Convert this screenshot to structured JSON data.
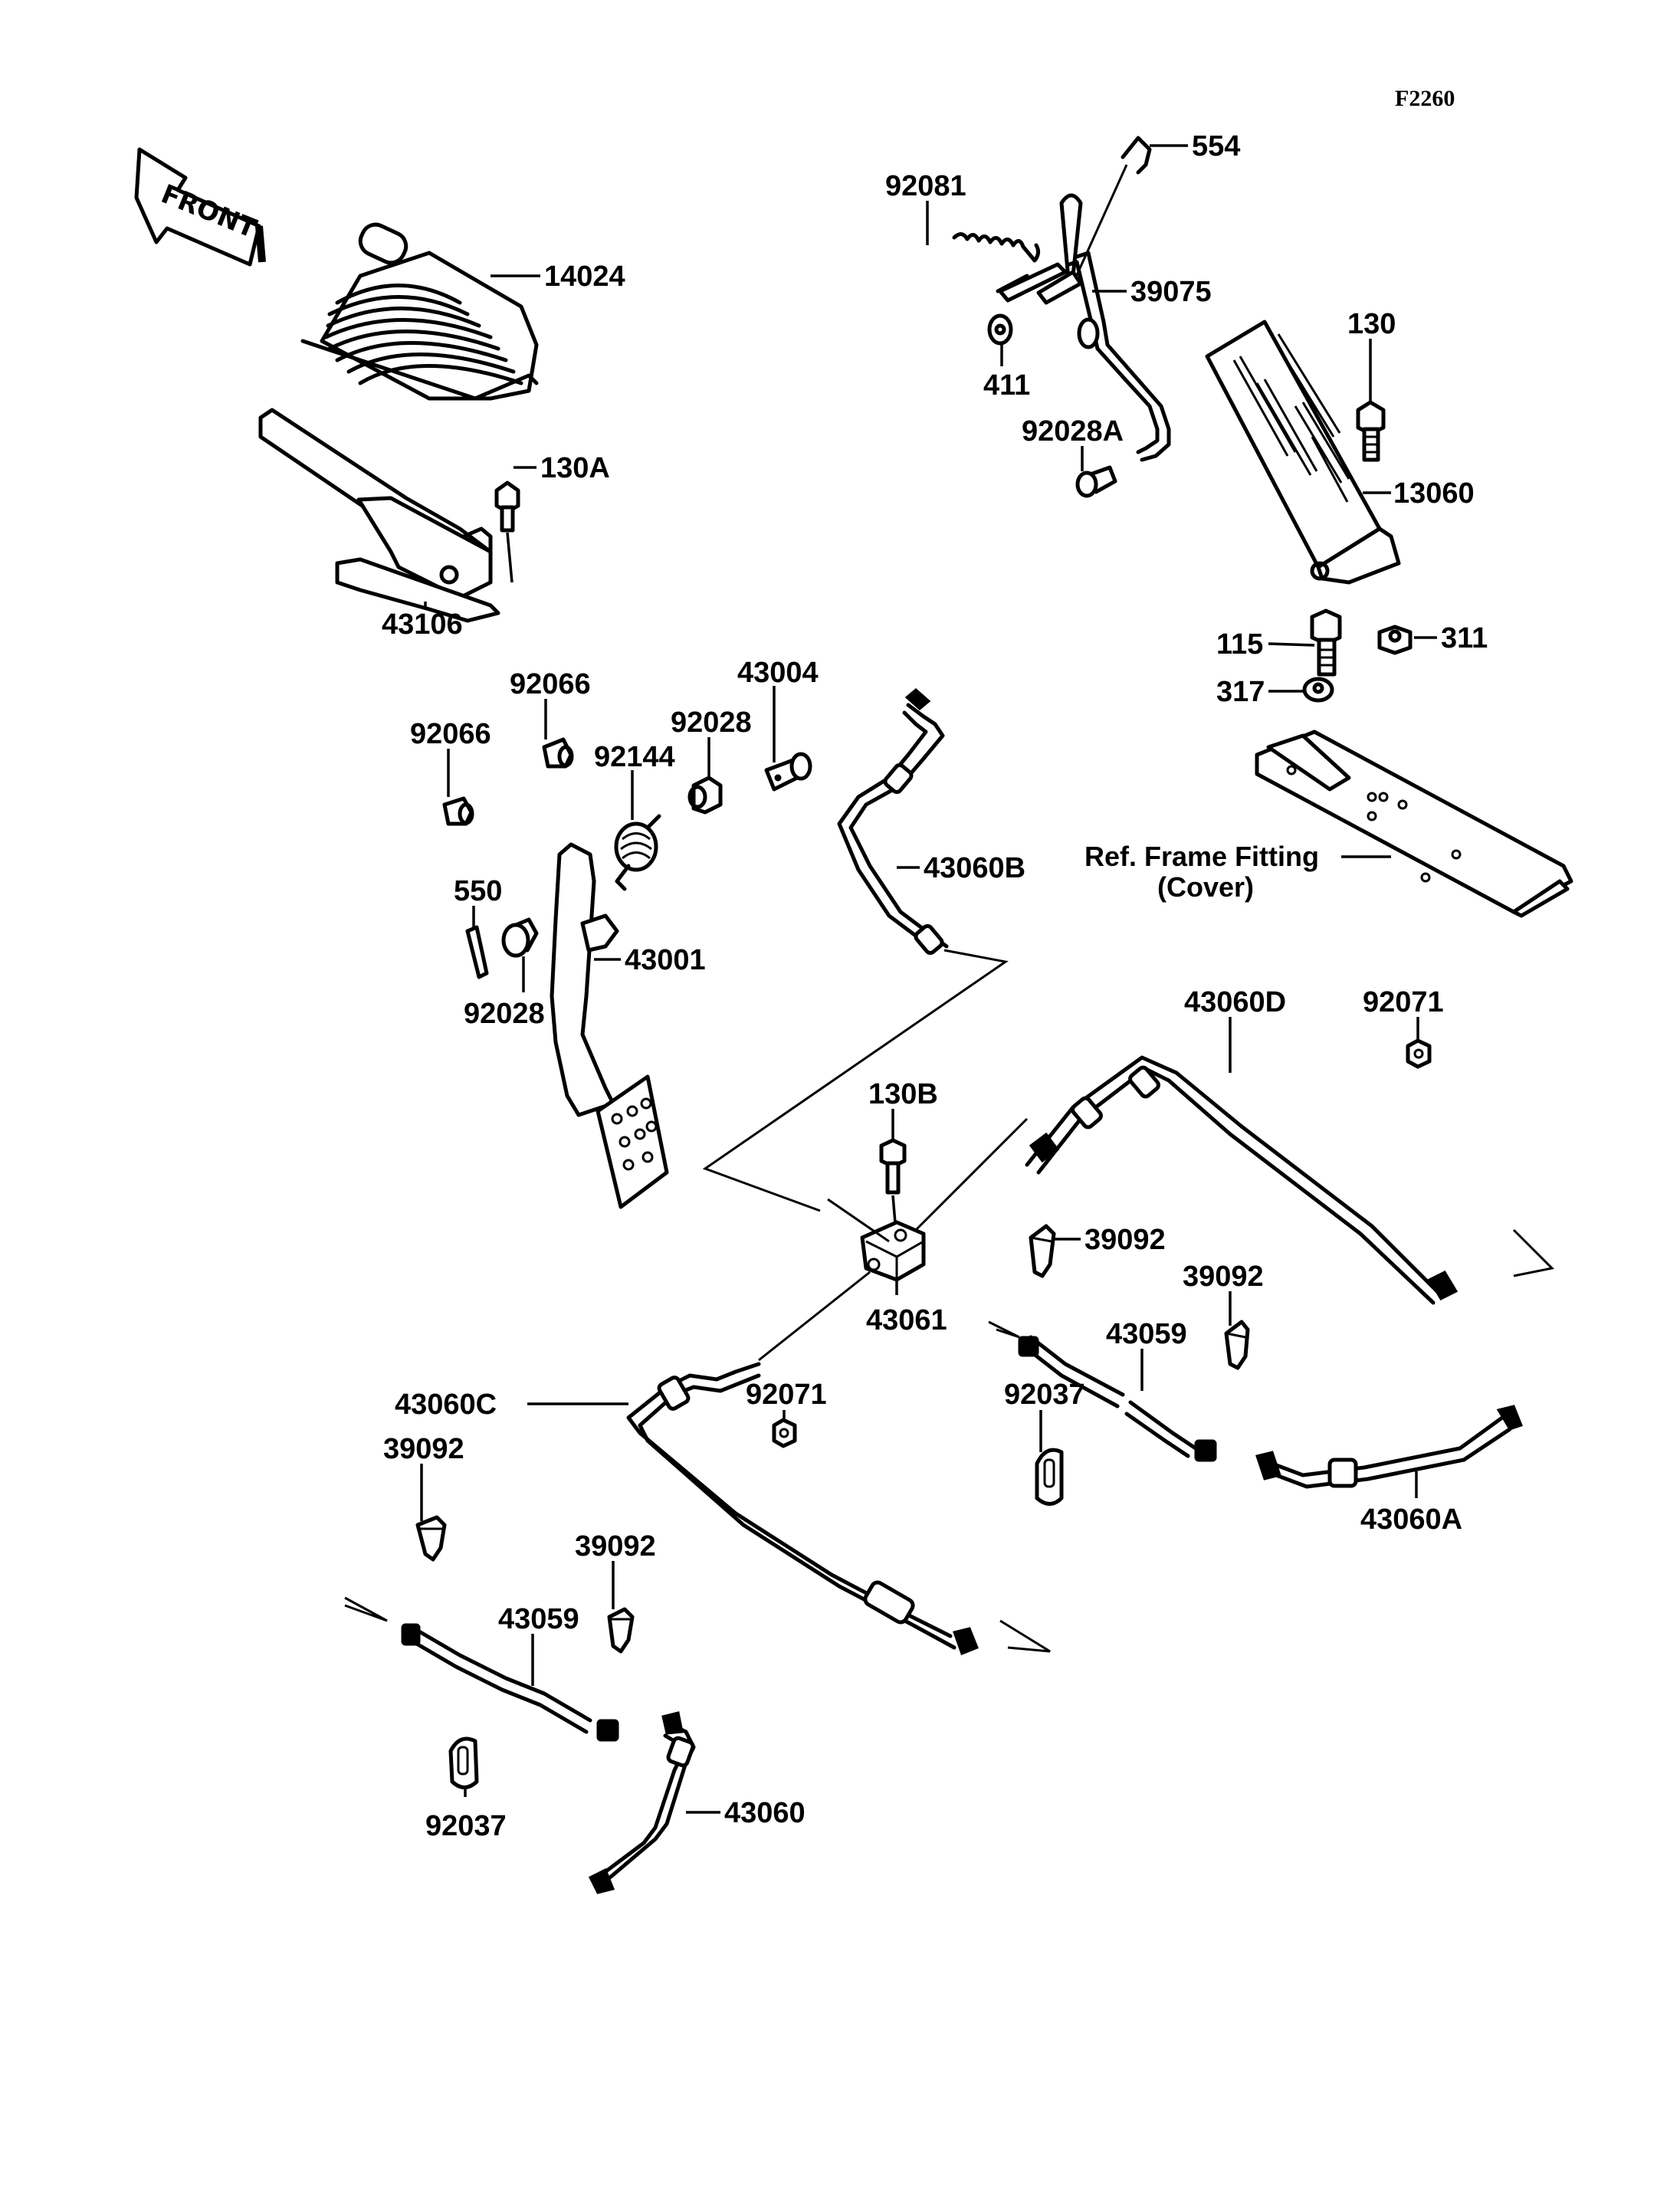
{
  "diagram": {
    "code": "F2260",
    "front_indicator": "FRONT",
    "reference_note": {
      "line1": "Ref. Frame Fitting",
      "line2": "(Cover)"
    },
    "parts": {
      "p554": "554",
      "p92081": "92081",
      "p39075": "39075",
      "p411": "411",
      "p92028A": "92028A",
      "p130": "130",
      "p13060": "13060",
      "p14024": "14024",
      "p130A": "130A",
      "p43106": "43106",
      "p115": "115",
      "p311": "311",
      "p317": "317",
      "p92066_top": "92066",
      "p92066_left": "92066",
      "p43004": "43004",
      "p92028_top": "92028",
      "p92144": "92144",
      "p43060B": "43060B",
      "p550": "550",
      "p43001": "43001",
      "p92028_bottom": "92028",
      "p43060D": "43060D",
      "p92071_right": "92071",
      "p130B": "130B",
      "p39092_mid": "39092",
      "p39092_right": "39092",
      "p43061": "43061",
      "p43059_right": "43059",
      "p92037_right": "92037",
      "p43060A": "43060A",
      "p43060C": "43060C",
      "p92071_left": "92071",
      "p39092_left": "39092",
      "p39092_lower": "39092",
      "p43059_left": "43059",
      "p92037_left": "92037",
      "p43060": "43060"
    }
  }
}
